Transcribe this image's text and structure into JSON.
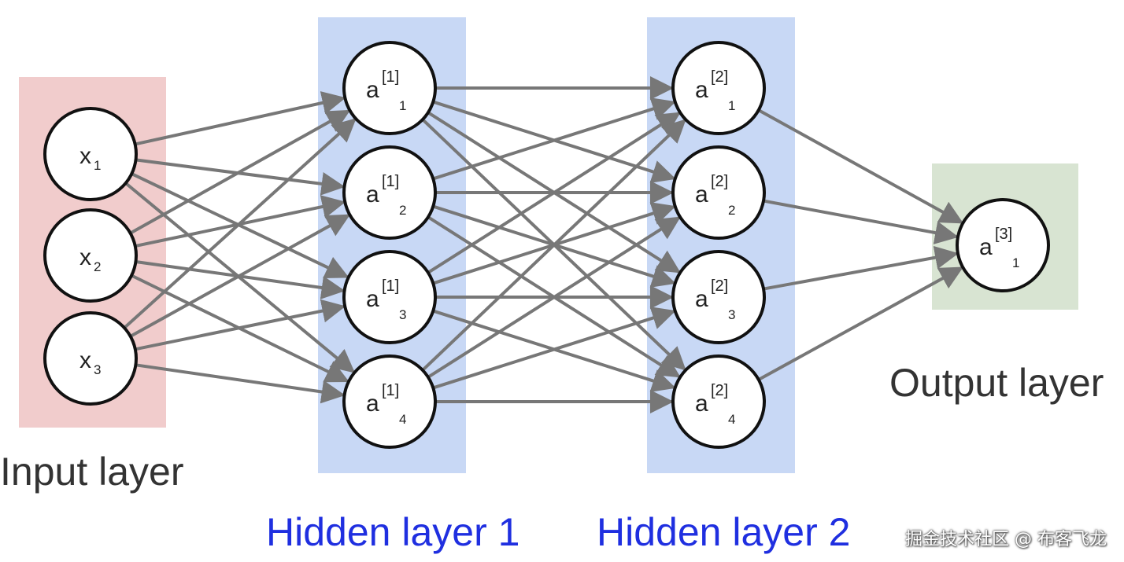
{
  "colors": {
    "input_band": "#f1cccc",
    "hidden_band": "#c8d8f5",
    "output_band": "#d8e4d2",
    "edge": "#777777",
    "node_fill": "#ffffff",
    "node_stroke": "#111111",
    "input_label": "#333333",
    "hidden_label": "#1f2fe0",
    "output_label": "#333333"
  },
  "layers": [
    {
      "key": "input",
      "label": "Input layer",
      "nodes": [
        {
          "base": "x",
          "sup": "",
          "sub": "1"
        },
        {
          "base": "x",
          "sup": "",
          "sub": "2"
        },
        {
          "base": "x",
          "sup": "",
          "sub": "3"
        }
      ]
    },
    {
      "key": "hidden1",
      "label": "Hidden layer 1",
      "nodes": [
        {
          "base": "a",
          "sup": "[1]",
          "sub": "1"
        },
        {
          "base": "a",
          "sup": "[1]",
          "sub": "2"
        },
        {
          "base": "a",
          "sup": "[1]",
          "sub": "3"
        },
        {
          "base": "a",
          "sup": "[1]",
          "sub": "4"
        }
      ]
    },
    {
      "key": "hidden2",
      "label": "Hidden layer 2",
      "nodes": [
        {
          "base": "a",
          "sup": "[2]",
          "sub": "1"
        },
        {
          "base": "a",
          "sup": "[2]",
          "sub": "2"
        },
        {
          "base": "a",
          "sup": "[2]",
          "sub": "3"
        },
        {
          "base": "a",
          "sup": "[2]",
          "sub": "4"
        }
      ]
    },
    {
      "key": "output",
      "label": "Output layer",
      "nodes": [
        {
          "base": "a",
          "sup": "[3]",
          "sub": "1"
        }
      ]
    }
  ],
  "watermark": "掘金技术社区 @ 布客飞龙"
}
